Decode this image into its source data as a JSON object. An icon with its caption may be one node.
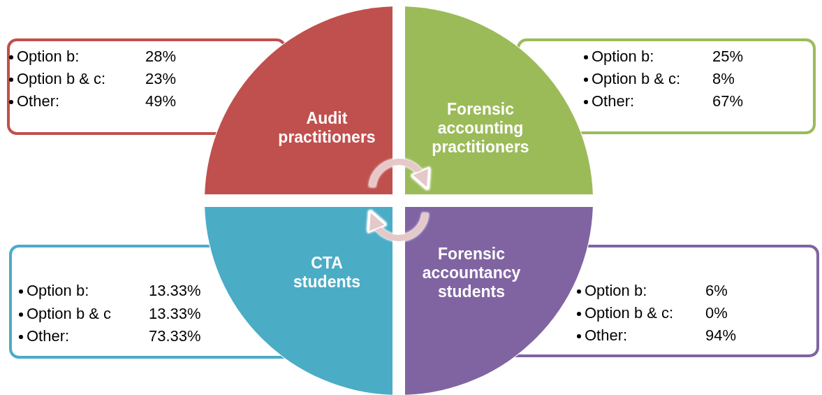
{
  "diagram": {
    "nodes": [
      {
        "text": [
          "Audit practitioners"
        ]
      },
      {
        "text": [
          "Forensic accounting practitioners"
        ]
      },
      {
        "text": [
          "CTA students"
        ]
      },
      {
        "text": [
          "Forensic accountancy students"
        ]
      },
      {
        "text": [
          "Option b:",
          "28%",
          "Option b & c:",
          "23%",
          "Other:",
          "49%"
        ]
      },
      {
        "text": [
          "Option b:",
          "25%",
          "Option b & c:",
          "8%",
          "Other:",
          "67%"
        ]
      },
      {
        "text": [
          "Option b:",
          "13.33%",
          "Option b & c",
          "13.33%",
          "Other:",
          "73.33%"
        ]
      },
      {
        "text": [
          "Option b:",
          "6%",
          "Option b & c:",
          "0%",
          "Other:",
          "94%"
        ]
      }
    ],
    "edges": [
      {
        "from": 0,
        "to": 1,
        "arrow": "to"
      },
      {
        "from": 3,
        "to": 2,
        "arrow": "to"
      }
    ]
  }
}
